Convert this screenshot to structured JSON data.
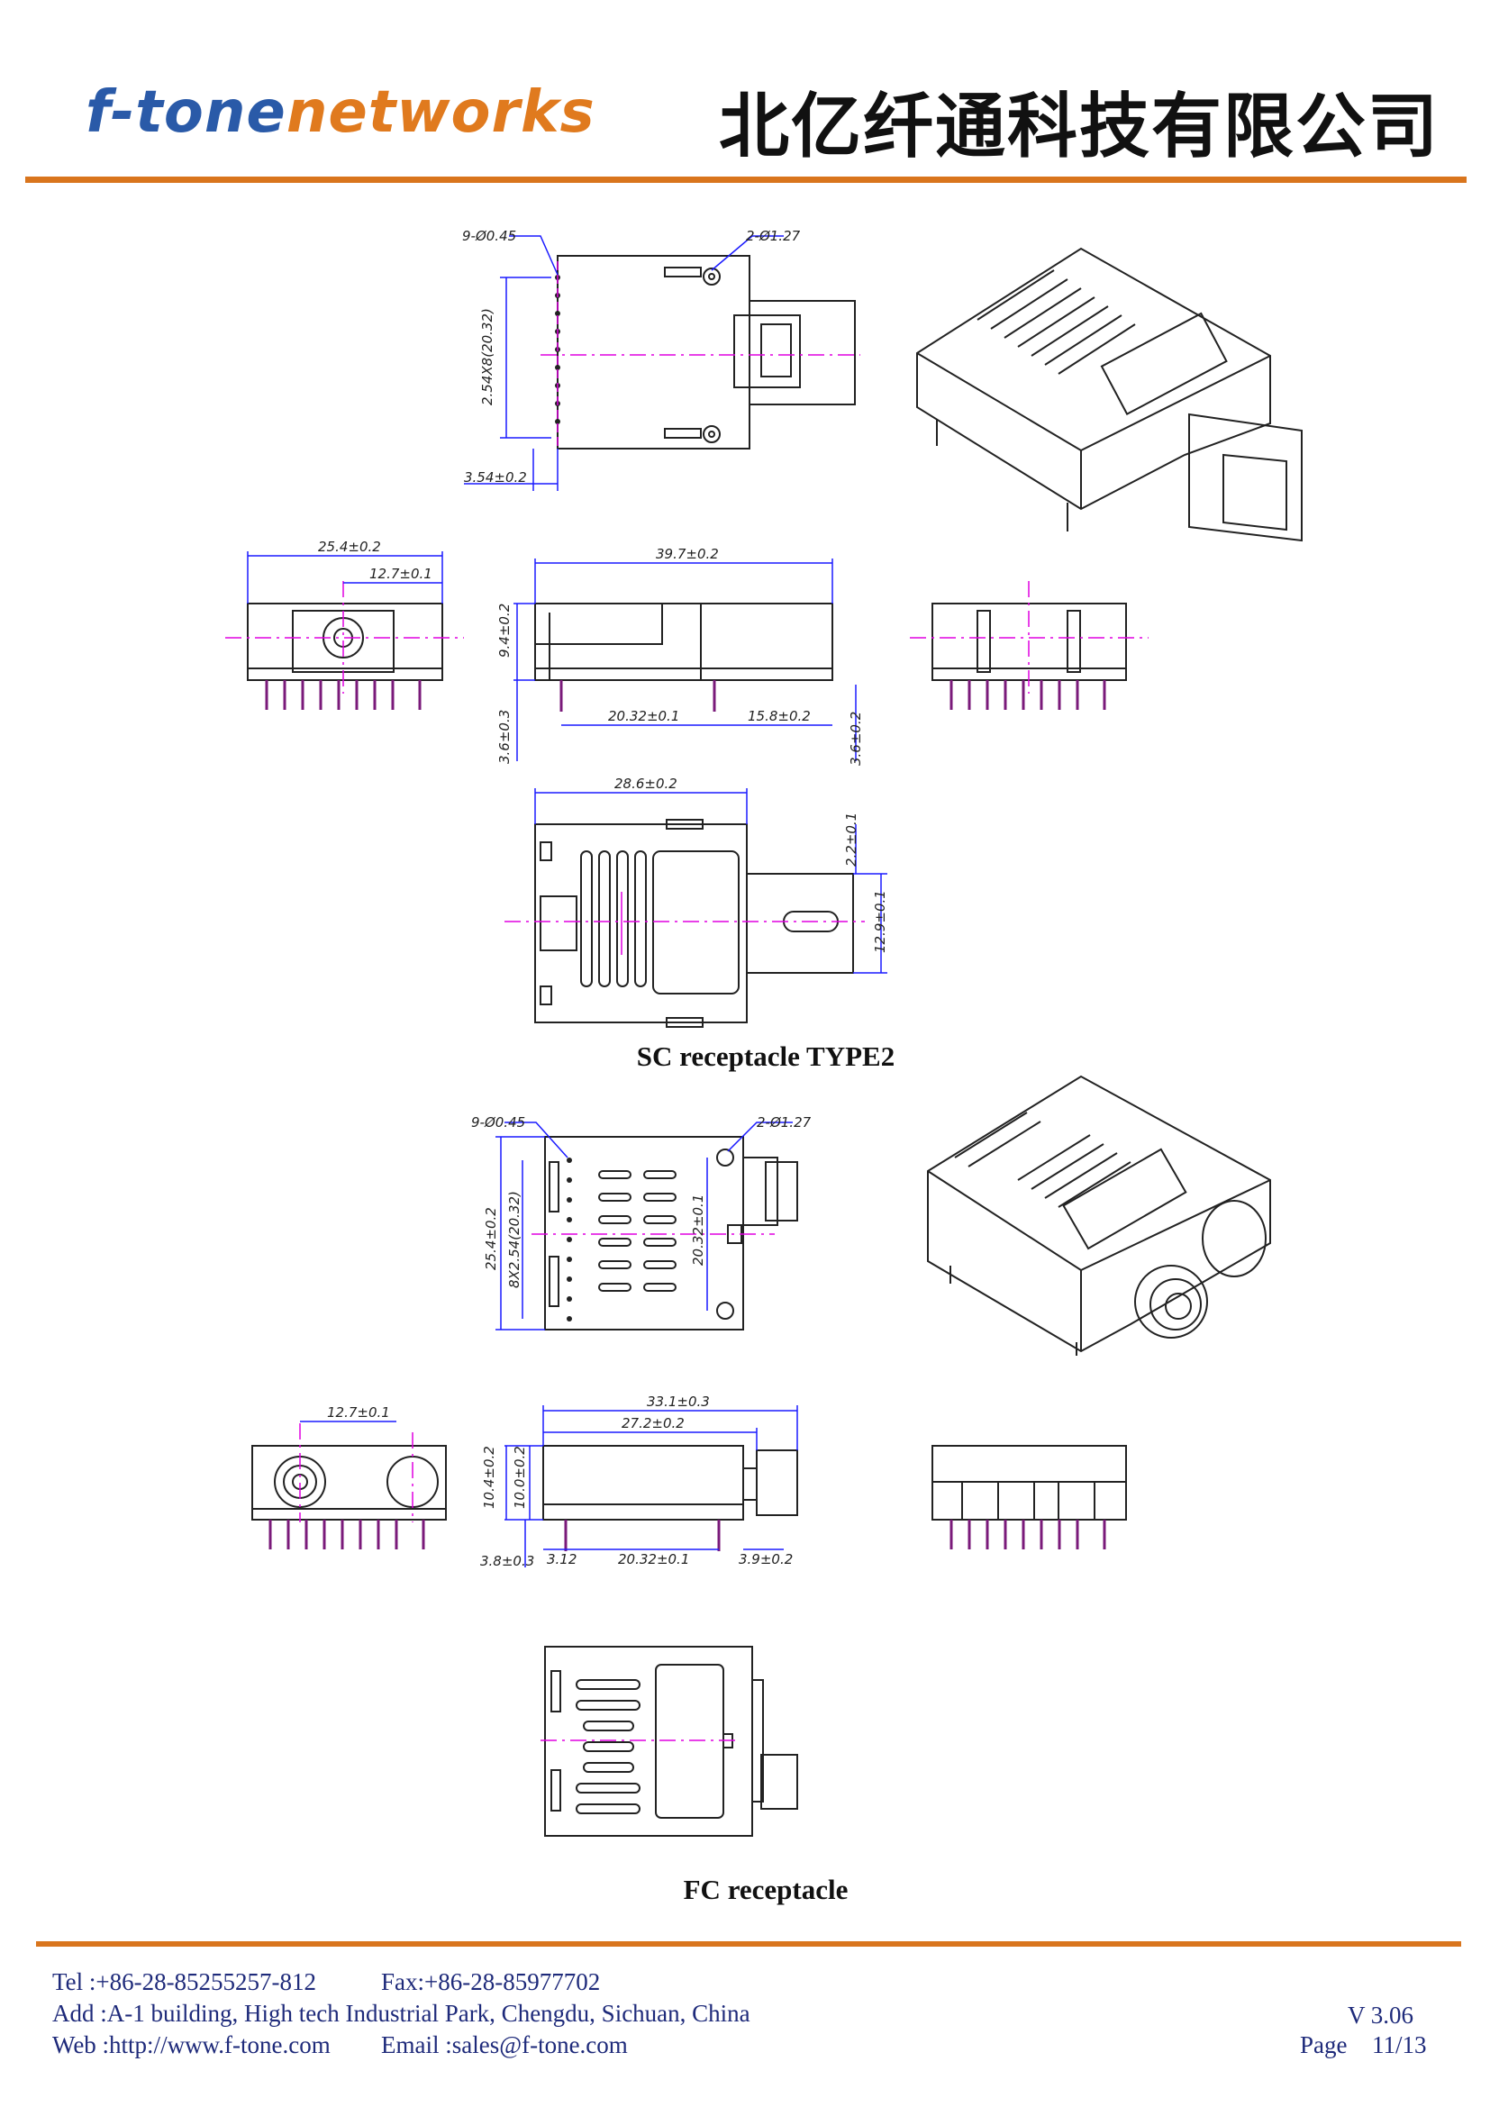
{
  "header": {
    "logo_part1": "f-tone",
    "logo_part2": "networks",
    "company_name": "北亿纤通科技有限公司"
  },
  "colors": {
    "accent": "#d9751d",
    "dimension": "#1a1aff",
    "centerline": "#e000e0",
    "outline": "#222222"
  },
  "sc_type2": {
    "caption": "SC receptacle TYPE2",
    "dimensions": {
      "pin_holes": "9-Ø0.45",
      "mount_holes": "2-Ø1.27",
      "pitch_vertical": "2.54X8(20.32)",
      "edge_offset": "3.54±0.2",
      "front_width": "25.4±0.2",
      "front_center": "12.7±0.1",
      "side_length": "39.7±0.2",
      "side_height": "9.4±0.2",
      "pin_length_left": "3.6±0.3",
      "pin_span": "20.32±0.1",
      "pin_to_end": "15.8±0.2",
      "pin_length_right": "3.6±0.2",
      "top_length": "28.6±0.2",
      "snout_offset": "2.2±0.1",
      "snout_width": "12.9±0.1"
    }
  },
  "fc": {
    "caption": "FC receptacle",
    "dimensions": {
      "pin_holes": "9-Ø0.45",
      "mount_holes": "2-Ø1.27",
      "body_width": "25.4±0.2",
      "pitch_vertical": "8X2.54(20.32)",
      "mount_span": "20.32±0.1",
      "front_center": "12.7±0.1",
      "overall_length": "33.1±0.3",
      "body_length": "27.2±0.2",
      "height_outer": "10.4±0.2",
      "height_inner": "10.0±0.2",
      "pin_length": "3.8±0.3",
      "pin_offset": "3.12",
      "pin_span": "20.32±0.1",
      "pin_to_end": "3.9±0.2"
    }
  },
  "footer": {
    "tel": "Tel :+86-28-85255257-812",
    "fax": "Fax:+86-28-85977702",
    "address": "Add :A-1 building, High tech Industrial Park, Chengdu, Sichuan, China",
    "web": "Web :http://www.f-tone.com",
    "email": "Email :sales@f-tone.com",
    "version": "V 3.06",
    "page_label": "Page",
    "page_number": "11/13"
  }
}
